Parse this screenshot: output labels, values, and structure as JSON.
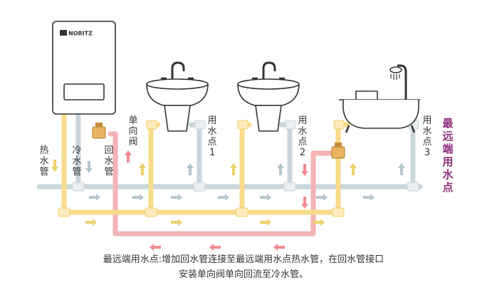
{
  "heater": {
    "brand": "NORITZ"
  },
  "pipes": {
    "hot_label": "热水管",
    "cold_label": "冷水管",
    "return_label": "回水管",
    "check_valve_label": "单向阀"
  },
  "points": {
    "p1_label": "用水点1",
    "p2_label": "用水点2",
    "p3_label": "用水点3",
    "farthest_label": "最远端用水点"
  },
  "caption": {
    "line1": "最远端用水点:增加回水管连接至最远端用水点热水管，在回水管接口",
    "line2": "安装单向阀单向回流至冷水管。"
  },
  "colors": {
    "hot": "#f6dc8c",
    "cold": "#c9d6dc",
    "return": "#f3b3b5",
    "accent": "#8e2d7a",
    "valve": "#e2a34d"
  }
}
